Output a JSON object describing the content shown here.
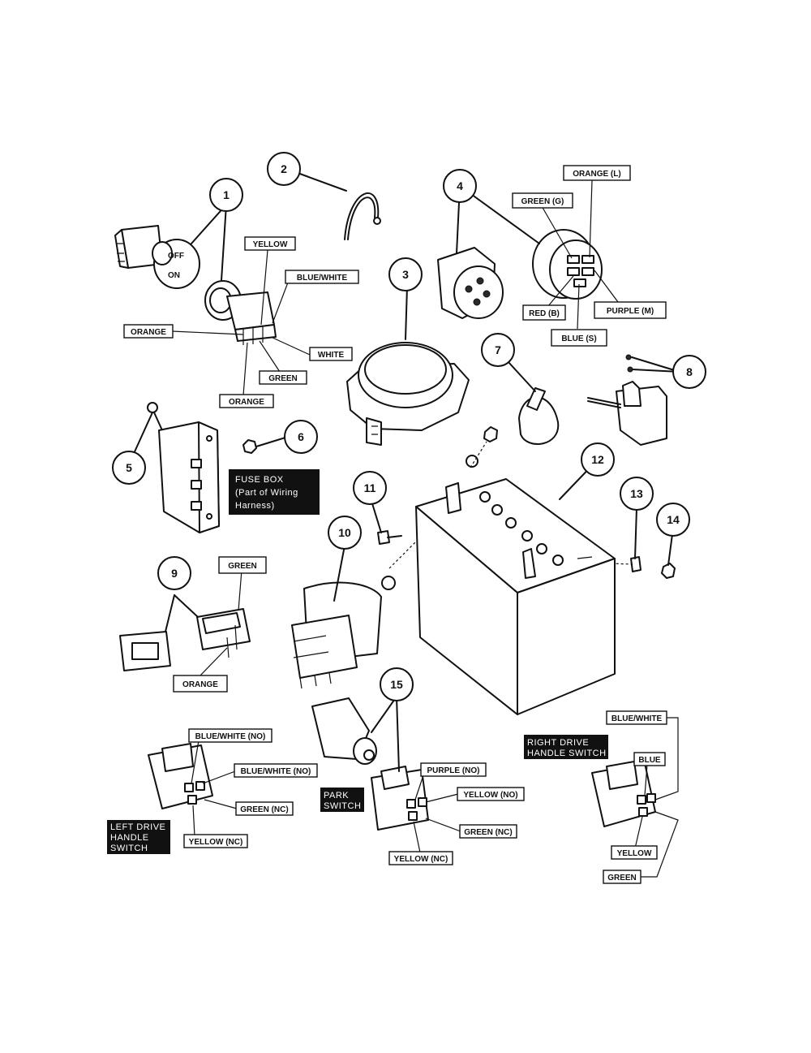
{
  "callouts": [
    "1",
    "2",
    "3",
    "4",
    "5",
    "6",
    "7",
    "8",
    "9",
    "10",
    "11",
    "12",
    "13",
    "14",
    "15"
  ],
  "wire_labels": {
    "p1_yellow": "YELLOW",
    "p1_blue_white": "BLUE/WHITE",
    "p1_orange_left": "ORANGE",
    "p1_white": "WHITE",
    "p1_green": "GREEN",
    "p1_orange_bottom": "ORANGE",
    "p4_orange_l": "ORANGE (L)",
    "p4_green_g": "GREEN (G)",
    "p4_red_b": "RED (B)",
    "p4_purple_m": "PURPLE (M)",
    "p4_blue_s": "BLUE (S)",
    "p9_green": "GREEN",
    "p9_orange": "ORANGE",
    "ld_blue_white_no_1": "BLUE/WHITE (NO)",
    "ld_blue_white_no_2": "BLUE/WHITE (NO)",
    "ld_green_nc": "GREEN (NC)",
    "ld_yellow_nc": "YELLOW (NC)",
    "pk_purple_no": "PURPLE (NO)",
    "pk_yellow_no": "YELLOW (NO)",
    "pk_green_nc": "GREEN (NC)",
    "pk_yellow_nc": "YELLOW (NC)",
    "rd_blue_white": "BLUE/WHITE",
    "rd_blue": "BLUE",
    "rd_yellow": "YELLOW",
    "rd_green": "GREEN"
  },
  "captions": {
    "fuse_box": [
      "FUSE BOX",
      "(Part of Wiring",
      "Harness)"
    ],
    "left_drive": [
      "LEFT DRIVE",
      "HANDLE",
      "SWITCH"
    ],
    "park": [
      "PARK",
      "SWITCH"
    ],
    "right_drive": [
      "RIGHT DRIVE",
      "HANDLE SWITCH"
    ]
  },
  "switch1_face": [
    "OFF",
    "ON"
  ]
}
